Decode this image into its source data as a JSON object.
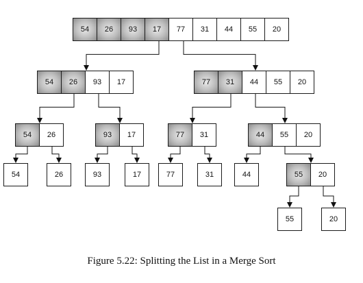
{
  "figure": {
    "caption": "Figure 5.22: Splitting the List in a Merge Sort",
    "shade_color": "#a0a0a0"
  },
  "lists": [
    {
      "id": "level0",
      "values": [
        "54",
        "26",
        "93",
        "17",
        "77",
        "31",
        "44",
        "55",
        "20"
      ],
      "shaded": [
        true,
        true,
        true,
        true,
        false,
        false,
        false,
        false,
        false
      ]
    },
    {
      "id": "level1-left",
      "values": [
        "54",
        "26",
        "93",
        "17"
      ],
      "shaded": [
        true,
        true,
        false,
        false
      ]
    },
    {
      "id": "level1-right",
      "values": [
        "77",
        "31",
        "44",
        "55",
        "20"
      ],
      "shaded": [
        true,
        true,
        false,
        false,
        false
      ]
    },
    {
      "id": "level2-a",
      "values": [
        "54",
        "26"
      ],
      "shaded": [
        true,
        false
      ]
    },
    {
      "id": "level2-b",
      "values": [
        "93",
        "17"
      ],
      "shaded": [
        true,
        false
      ]
    },
    {
      "id": "level2-c",
      "values": [
        "77",
        "31"
      ],
      "shaded": [
        true,
        false
      ]
    },
    {
      "id": "level2-d",
      "values": [
        "44",
        "55",
        "20"
      ],
      "shaded": [
        true,
        false,
        false
      ]
    },
    {
      "id": "leaf-54",
      "values": [
        "54"
      ],
      "shaded": [
        false
      ]
    },
    {
      "id": "leaf-26",
      "values": [
        "26"
      ],
      "shaded": [
        false
      ]
    },
    {
      "id": "leaf-93",
      "values": [
        "93"
      ],
      "shaded": [
        false
      ]
    },
    {
      "id": "leaf-17",
      "values": [
        "17"
      ],
      "shaded": [
        false
      ]
    },
    {
      "id": "leaf-77",
      "values": [
        "77"
      ],
      "shaded": [
        false
      ]
    },
    {
      "id": "leaf-31",
      "values": [
        "31"
      ],
      "shaded": [
        false
      ]
    },
    {
      "id": "leaf-44",
      "values": [
        "44"
      ],
      "shaded": [
        false
      ]
    },
    {
      "id": "level3-55-20",
      "values": [
        "55",
        "20"
      ],
      "shaded": [
        true,
        false
      ]
    },
    {
      "id": "leaf-55",
      "values": [
        "55"
      ],
      "shaded": [
        false
      ]
    },
    {
      "id": "leaf-20",
      "values": [
        "20"
      ],
      "shaded": [
        false
      ]
    }
  ],
  "edges": [
    {
      "from": "level0",
      "to": "level1-left"
    },
    {
      "from": "level0",
      "to": "level1-right"
    },
    {
      "from": "level1-left",
      "to": "level2-a"
    },
    {
      "from": "level1-left",
      "to": "level2-b"
    },
    {
      "from": "level1-right",
      "to": "level2-c"
    },
    {
      "from": "level1-right",
      "to": "level2-d"
    },
    {
      "from": "level2-a",
      "to": "leaf-54"
    },
    {
      "from": "level2-a",
      "to": "leaf-26"
    },
    {
      "from": "level2-b",
      "to": "leaf-93"
    },
    {
      "from": "level2-b",
      "to": "leaf-17"
    },
    {
      "from": "level2-c",
      "to": "leaf-77"
    },
    {
      "from": "level2-c",
      "to": "leaf-31"
    },
    {
      "from": "level2-d",
      "to": "leaf-44"
    },
    {
      "from": "level2-d",
      "to": "level3-55-20"
    },
    {
      "from": "level3-55-20",
      "to": "leaf-55"
    },
    {
      "from": "level3-55-20",
      "to": "leaf-20"
    }
  ]
}
